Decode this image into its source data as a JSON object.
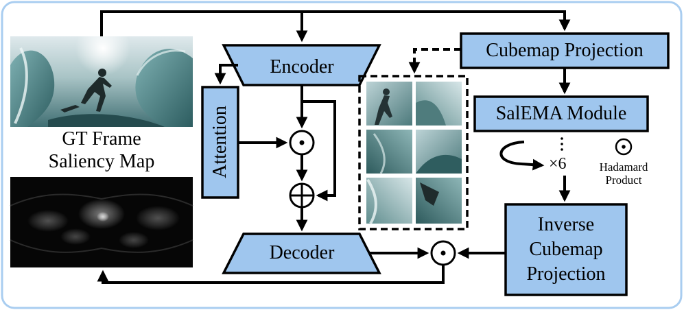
{
  "labels": {
    "encoder": "Encoder",
    "decoder": "Decoder",
    "attention": "Attention",
    "cubemap_projection": "Cubemap Projection",
    "salema_module": "SalEMA Module",
    "inverse_line1": "Inverse",
    "inverse_line2": "Cubemap",
    "inverse_line3": "Projection",
    "gt_frame": "GT Frame",
    "saliency_map": "Saliency Map",
    "repeat": "×6",
    "hadamard_line1": "Hadamard",
    "hadamard_line2": "Product"
  },
  "colors": {
    "frame_border": "#a9cdf0",
    "block_fill": "#9fc6ee",
    "stroke": "#000000"
  },
  "icons": {
    "multiply_node": "hadamard-product-icon",
    "add_node": "element-wise-sum-icon",
    "loop": "loop-arrow-icon"
  }
}
